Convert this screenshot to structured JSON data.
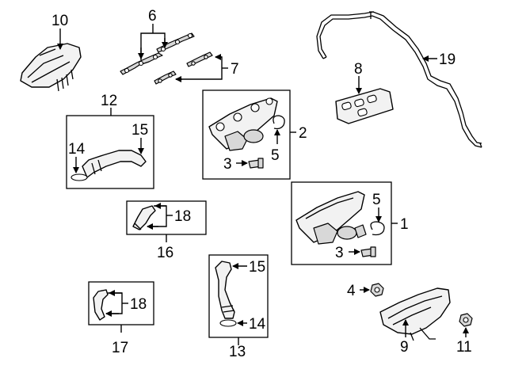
{
  "callouts": {
    "c1": "1",
    "c2": "2",
    "c3a": "3",
    "c3b": "3",
    "c4": "4",
    "c5a": "5",
    "c5b": "5",
    "c6": "6",
    "c7": "7",
    "c8": "8",
    "c9": "9",
    "c10": "10",
    "c11": "11",
    "c12": "12",
    "c13": "13",
    "c14a": "14",
    "c14b": "14",
    "c15a": "15",
    "c15b": "15",
    "c16": "16",
    "c17": "17",
    "c18a": "18",
    "c18b": "18",
    "c19": "19"
  }
}
